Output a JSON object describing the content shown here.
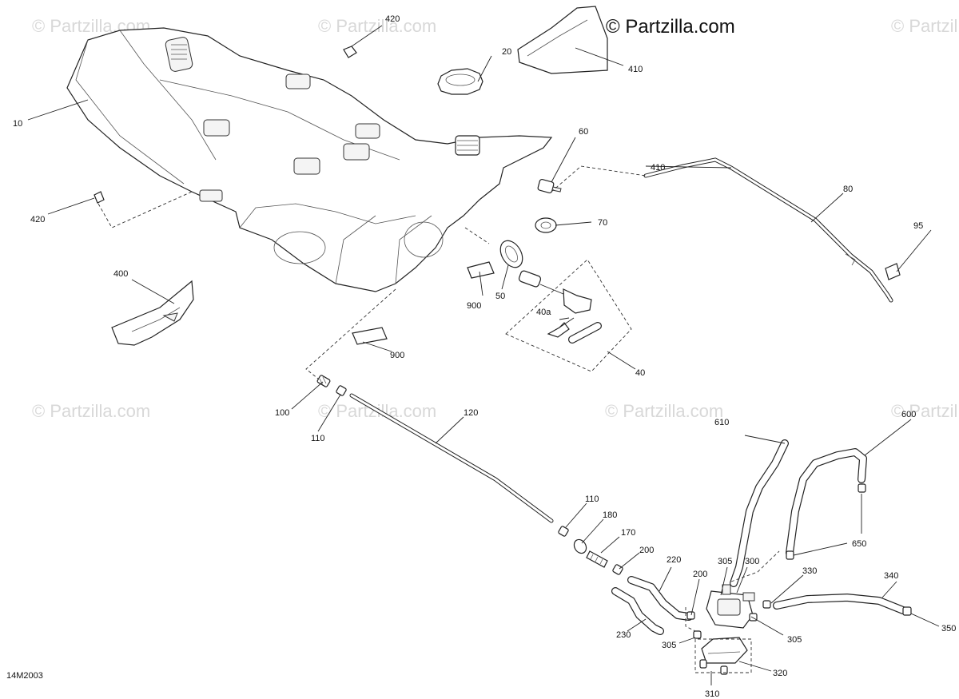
{
  "copyright": "© Partzilla.com",
  "watermark": "© Partzilla.com",
  "diagram_code": "14M2003",
  "callouts": {
    "c10": "10",
    "c20": "20",
    "c40": "40",
    "c40a": "40a",
    "c50": "50",
    "c60": "60",
    "c70": "70",
    "c80": "80",
    "c95": "95",
    "c100": "100",
    "c110a": "110",
    "c110b": "110",
    "c120": "120",
    "c170": "170",
    "c180": "180",
    "c200a": "200",
    "c200b": "200",
    "c220": "220",
    "c230": "230",
    "c300": "300",
    "c305a": "305",
    "c305b": "305",
    "c305c": "305",
    "c310": "310",
    "c320": "320",
    "c330": "330",
    "c340": "340",
    "c350": "350",
    "c400": "400",
    "c410a": "410",
    "c410b": "410",
    "c420a": "420",
    "c420b": "420",
    "c600": "600",
    "c610": "610",
    "c650": "650",
    "c900a": "900",
    "c900b": "900"
  }
}
